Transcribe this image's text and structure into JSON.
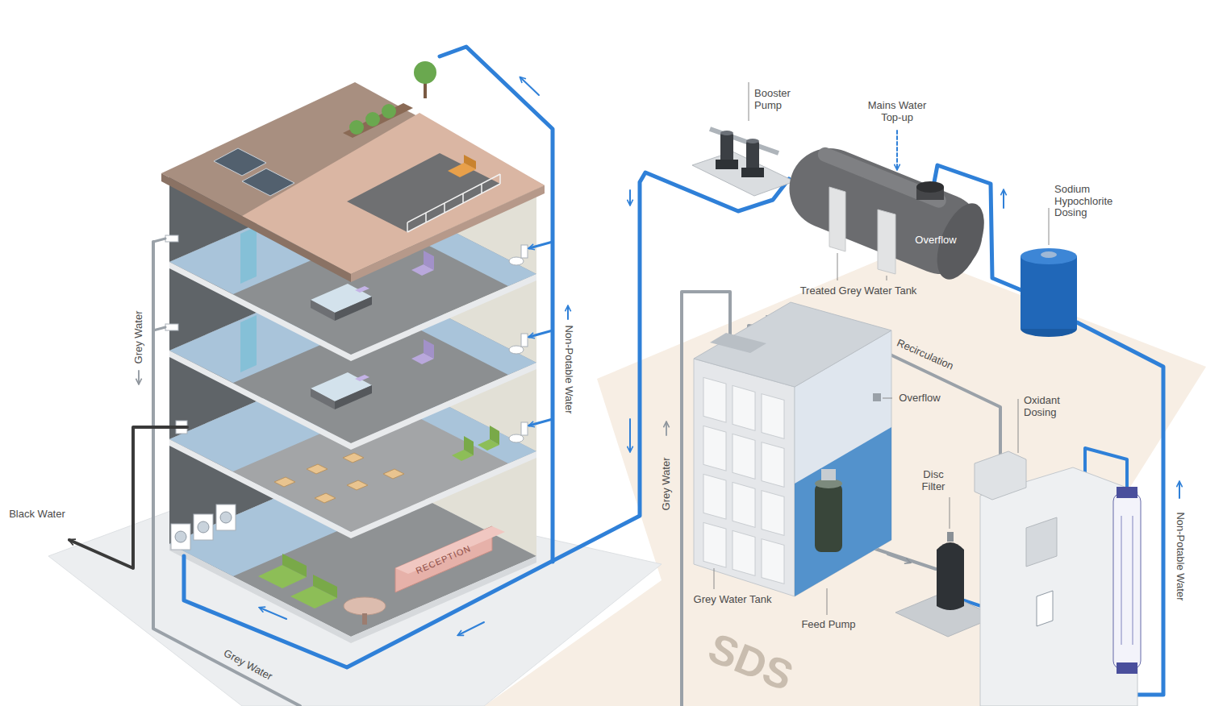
{
  "diagram": {
    "labels": [
      "Booster Pump",
      "Mains Water Top-up",
      "Sodium Hypochlorite Dosing",
      "Overflow",
      "Treated Grey Water Tank",
      "Grey Water",
      "Non-Potable Water",
      "Black Water",
      "RECEPTION",
      "Grey Water",
      "Recirculation",
      "Overflow",
      "Oxidant Dosing",
      "Disc Filter",
      "Grey Water Tank",
      "Feed Pump",
      "Non-Potable Water",
      "Grey Water",
      "SDS"
    ]
  }
}
